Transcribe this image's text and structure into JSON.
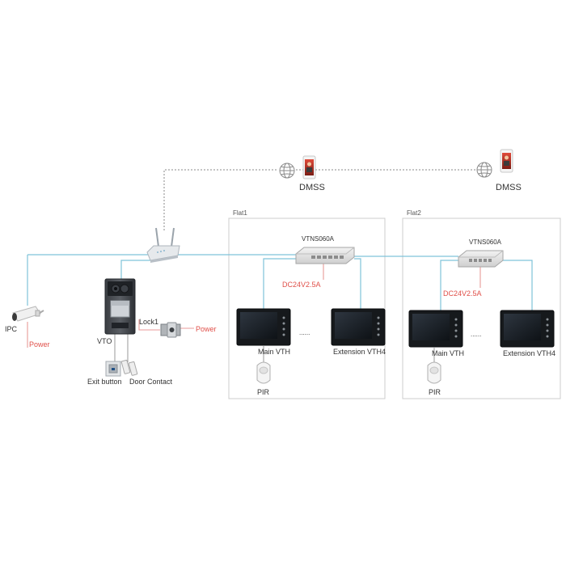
{
  "colors": {
    "cable": "#7fc3d9",
    "power": "#e89a98",
    "internet": "#888888",
    "frame": "#cccccc",
    "text": "#333333",
    "power_text": "#e0504a"
  },
  "internet": {
    "left": {
      "label": "DMSS",
      "globe_icon": "globe-icon",
      "phone_icon": "smartphone-icon"
    },
    "right": {
      "label": "DMSS",
      "globe_icon": "globe-icon",
      "phone_icon": "smartphone-icon"
    }
  },
  "router": {
    "icon": "wifi-router-icon"
  },
  "ipc": {
    "label": "IPC",
    "power_label": "Power",
    "icon": "bullet-camera-icon"
  },
  "vto": {
    "label": "VTO",
    "icon": "door-station-icon"
  },
  "lock": {
    "label": "Lock1",
    "power_label": "Power",
    "icon": "electric-lock-icon"
  },
  "exit_button": {
    "label": "Exit button",
    "icon": "exit-button-icon"
  },
  "door_contact": {
    "label": "Door Contact",
    "icon": "door-contact-icon"
  },
  "flats": [
    {
      "title": "Flat1",
      "switch_label": "VTNS060A",
      "power_label": "DC24V2.5A",
      "main_label": "Main VTH",
      "extension_label": "Extension VTH4",
      "ellipsis": "......",
      "pir_label": "PIR"
    },
    {
      "title": "Flat2",
      "switch_label": "VTNS060A",
      "power_label": "DC24V2.5A",
      "main_label": "Main VTH",
      "extension_label": "Extension VTH4",
      "ellipsis": "......",
      "pir_label": "PIR"
    }
  ]
}
